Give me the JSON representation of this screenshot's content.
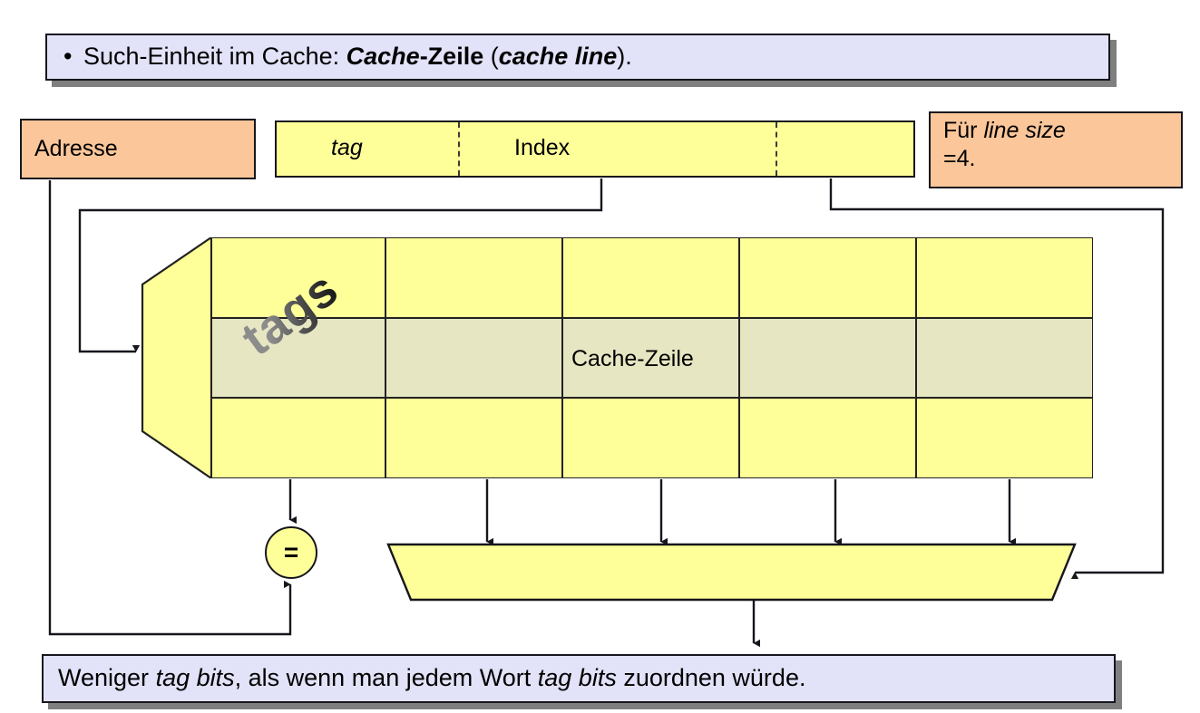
{
  "slide": {
    "title_banner": {
      "bullet": "•",
      "segments": [
        {
          "text": "Such-Einheit im Cache: ",
          "style": "normal"
        },
        {
          "text": "Cache",
          "style": "bold-italic"
        },
        {
          "text": "-Zeile",
          "style": "bold"
        },
        {
          "text": " (",
          "style": "normal"
        },
        {
          "text": "cache line",
          "style": "bold-italic"
        },
        {
          "text": ").",
          "style": "normal"
        }
      ],
      "plain": "Such-Einheit im Cache: Cache-Zeile (cache line)."
    },
    "footer_banner": {
      "segments": [
        {
          "text": "Weniger ",
          "style": "normal"
        },
        {
          "text": "tag bits",
          "style": "italic"
        },
        {
          "text": ", als wenn man jedem Wort ",
          "style": "normal"
        },
        {
          "text": "tag bits",
          "style": "italic"
        },
        {
          "text": " zuordnen würde.",
          "style": "normal"
        }
      ],
      "plain": "Weniger tag bits, als wenn man jedem Wort tag bits zuordnen würde."
    },
    "adresse_box": {
      "label": "Adresse"
    },
    "linesize_box": {
      "line1_prefix": "Für ",
      "line1_italic": "line size",
      "line2": "=4.",
      "plain": "Für line size =4."
    },
    "address_bar": {
      "fields": [
        {
          "label": "tag",
          "style": "italic"
        },
        {
          "label": "Index",
          "style": "normal"
        },
        {
          "label": "",
          "style": "normal"
        }
      ]
    },
    "cache_grid": {
      "rows": 3,
      "columns": 5,
      "highlight_row_index": 1,
      "cache_line_label": "Cache-Zeile",
      "tags_label": "tags"
    },
    "comparator": {
      "symbol": "="
    },
    "mux": {
      "label": ""
    }
  },
  "colors": {
    "banner_fill": "#e2e2f8",
    "banner_border": "#16161d",
    "banner_shadow": "#7f7f7f",
    "orange_fill": "#fac69a",
    "yellow_fill": "#ffff99",
    "highlight_fill": "#e6e6c3",
    "wire": "#16161d",
    "text": "#000000"
  }
}
